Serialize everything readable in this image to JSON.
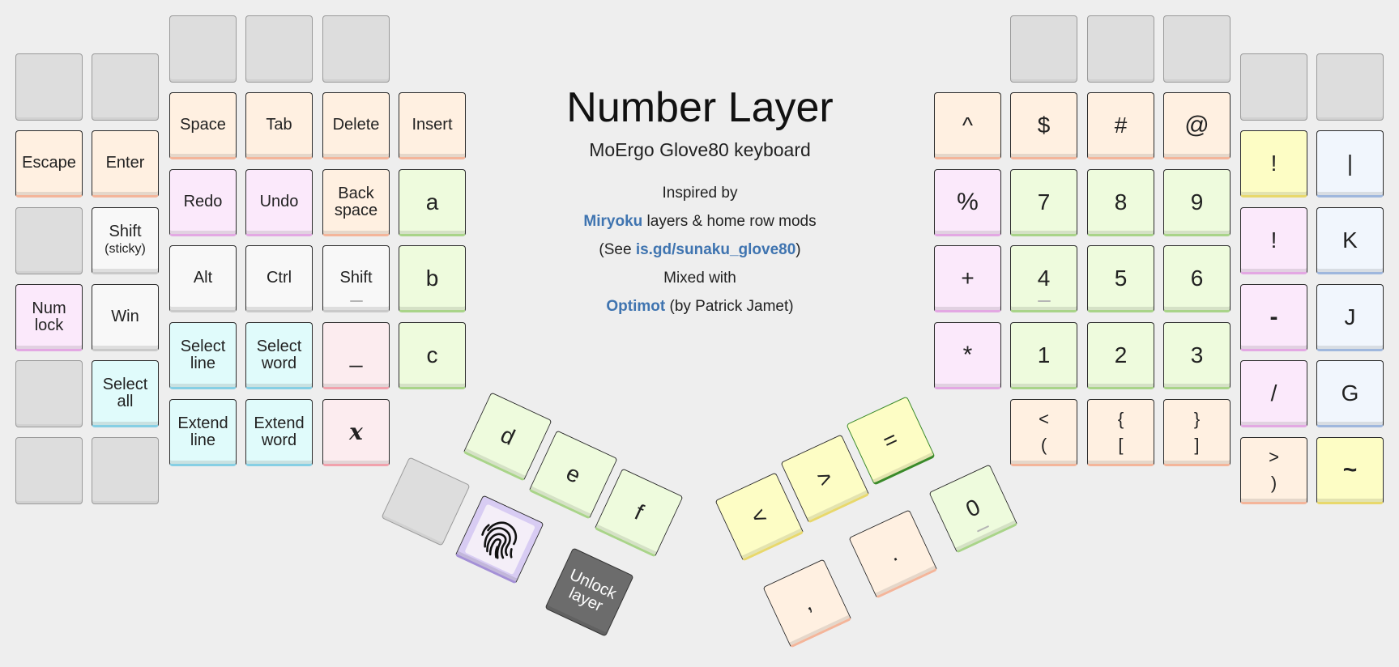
{
  "header": {
    "title": "Number Layer",
    "subtitle": "MoErgo Glove80 keyboard"
  },
  "credits": {
    "line1": "Inspired by",
    "miryoku_link": "Miryoku",
    "line2_rest": " layers & home row mods",
    "line3_open": "(See ",
    "sunaku_link": "is.gd/sunaku_glove80",
    "line3_close": ")",
    "line4": "Mixed with",
    "optimot_link": "Optimot",
    "line5_rest": " (by Patrick Jamet)"
  },
  "colors": {
    "empty": "#dddddd",
    "orange": "#fff0e1",
    "green": "#eefbdd",
    "pink": "#fbe9fb",
    "white": "#f8f8f8",
    "cyan": "#e0fbfb",
    "red": "#fcecef",
    "yellow": "#fdfdc5",
    "blue": "#f1f6fd",
    "purple": "#d8ccf3",
    "dark": "#6c6c6c",
    "link": "#3f74b0"
  },
  "left_hand": {
    "row0": [
      "",
      "",
      ""
    ],
    "row1": [
      "",
      "",
      "Space",
      "Tab",
      "Delete",
      "Insert"
    ],
    "row2": [
      "Escape",
      "Enter",
      "Redo",
      "Undo",
      "Back\nspace",
      "a"
    ],
    "row3": [
      "",
      "Shift\n(sticky)",
      "Alt",
      "Ctrl",
      "Shift",
      "b"
    ],
    "row4": [
      "Num\nlock",
      "Win",
      "Select\nline",
      "Select\nword",
      "_",
      "c"
    ],
    "row5": [
      "",
      "Select\nall",
      "Extend\nline",
      "Extend\nword",
      "x"
    ],
    "row6": [
      "",
      ""
    ]
  },
  "left_thumbs": {
    "upper": [
      "d",
      "e",
      "f"
    ],
    "lower": [
      "",
      "fingerprint-icon",
      "Unlock\nlayer"
    ]
  },
  "right_thumbs": {
    "upper": [
      "<",
      ">",
      "="
    ],
    "lower": [
      ",",
      ".",
      "0"
    ]
  },
  "right_hand": {
    "row0": [
      "",
      "",
      ""
    ],
    "row1": [
      "^",
      "$",
      "#",
      "@",
      "",
      ""
    ],
    "row2": [
      "%",
      "7",
      "8",
      "9",
      "!",
      "|"
    ],
    "row3": [
      "+",
      "4",
      "5",
      "6",
      "!",
      "K"
    ],
    "row4": [
      "*",
      "1",
      "2",
      "3",
      "-",
      "J"
    ],
    "row5": [
      "<\n(",
      "{\n[",
      "}\n]",
      "/",
      "G"
    ],
    "row6": [
      ">\n)",
      "~"
    ]
  }
}
